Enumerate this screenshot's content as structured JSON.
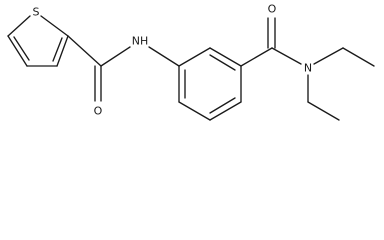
{
  "structure": {
    "atoms": [
      {
        "key": "S1",
        "symbol": "S"
      },
      {
        "key": "N_amide",
        "symbol": "NH"
      },
      {
        "key": "O_amide",
        "symbol": "O"
      },
      {
        "key": "O_carbonyl",
        "symbol": "O"
      },
      {
        "key": "N_diethyl",
        "symbol": "N"
      }
    ]
  },
  "colors": {
    "ink": "#1a1a1a",
    "background": "#ffffff"
  }
}
